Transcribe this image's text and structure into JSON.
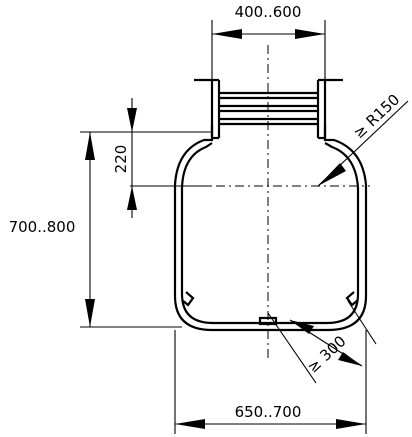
{
  "dimensions": {
    "top_width": "400..600",
    "vertical_offset": "220",
    "total_height": "700..800",
    "radius": "≥ R150",
    "wheel_span": "≥ 300",
    "bottom_width": "650..700"
  }
}
